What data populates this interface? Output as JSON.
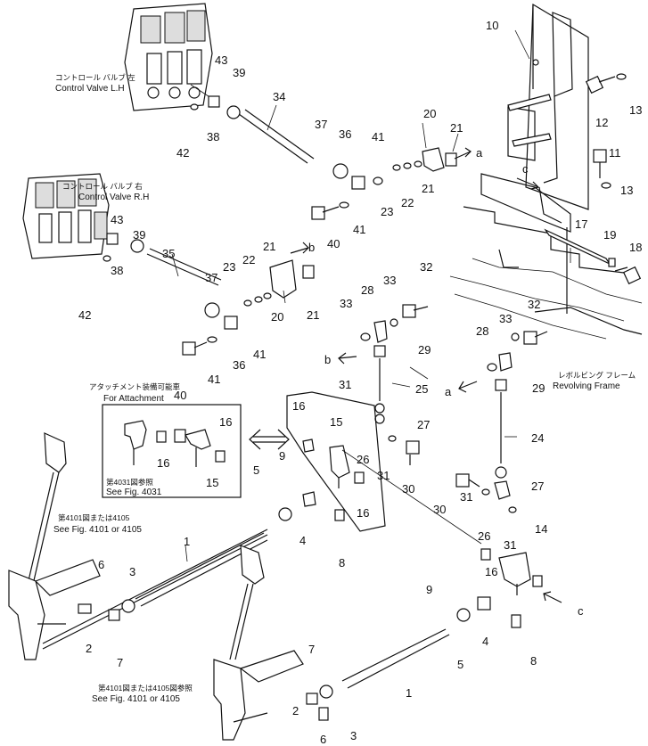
{
  "diagram": {
    "callouts": [
      "1",
      "1",
      "2",
      "2",
      "3",
      "3",
      "4",
      "4",
      "5",
      "5",
      "6",
      "6",
      "7",
      "7",
      "8",
      "8",
      "9",
      "9",
      "10",
      "11",
      "12",
      "13",
      "13",
      "14",
      "15",
      "15",
      "16",
      "16",
      "16",
      "16",
      "16",
      "17",
      "18",
      "19",
      "20",
      "20",
      "21",
      "21",
      "21",
      "21",
      "22",
      "22",
      "23",
      "23",
      "24",
      "25",
      "26",
      "26",
      "27",
      "27",
      "28",
      "28",
      "29",
      "29",
      "30",
      "30",
      "31",
      "31",
      "31",
      "31",
      "32",
      "32",
      "33",
      "33",
      "33",
      "34",
      "35",
      "36",
      "36",
      "37",
      "37",
      "38",
      "38",
      "39",
      "39",
      "40",
      "40",
      "41",
      "41",
      "41",
      "41",
      "42",
      "42",
      "43",
      "43"
    ],
    "arrow_letters": [
      "a",
      "a",
      "b",
      "b",
      "c",
      "c"
    ],
    "texts": {
      "cv_left_jp": "コントロール バルブ 左",
      "cv_left_en": "Control Valve L.H",
      "cv_right_jp": "コントロール バルブ 右",
      "cv_right_en": "Control Valve R.H",
      "attach_jp": "アタッチメント装備可能車",
      "attach_en": "For Attachment",
      "fig4031_jp": "第4031図参照",
      "fig4031_en": "See Fig. 4031",
      "fig4101_left_jp": "第4101図または4105",
      "fig4101_left_en": "See Fig. 4101 or 4105",
      "fig4101_bottom_jp": "第4101図または4105図参照",
      "fig4101_bottom_en": "See Fig. 4101 or 4105",
      "revolving_jp": "レボルビング フレーム",
      "revolving_en": "Revolving Frame"
    }
  }
}
